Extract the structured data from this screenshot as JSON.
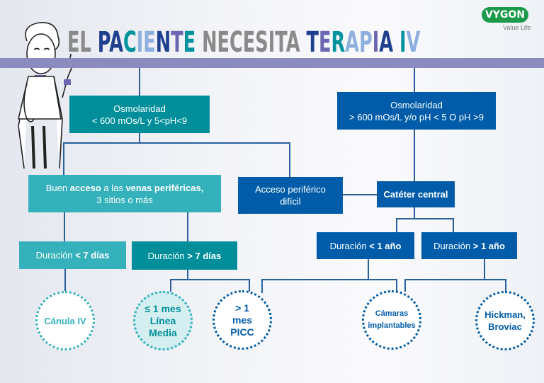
{
  "title": {
    "text": "EL PACIENTE NECESITA TERAPIA IV",
    "letter_colors": [
      "#8a8a8a",
      "#8a8a8a",
      " ",
      "#1f3f8f",
      "#1f3f8f",
      "#00939d",
      "#8fb0de",
      "#8fb0de",
      "#1f3f8f",
      "#6a67b0",
      "#00939d",
      " ",
      "#8a8a8a",
      "#8a8a8a",
      "#8a8a8a",
      "#8a8a8a",
      "#8a8a8a",
      "#8a8a8a",
      "#8a8a8a",
      "#8a8a8a",
      " ",
      "#1f3f8f",
      "#6a67b0",
      "#00939d",
      "#8fb0de",
      "#8fb0de",
      "#6a67b0",
      "#1f3f8f",
      " ",
      "#00939d",
      "#8fb0de"
    ]
  },
  "logo": {
    "brand": "VYGON",
    "tagline": "Value Life"
  },
  "nodes": {
    "osm_low": [
      "Osmolaridad",
      "< 600 mOs/L y 5<pH<9"
    ],
    "osm_high": [
      "Osmolaridad",
      "> 600 mOs/L y/o  pH < 5 O pH >9"
    ],
    "good_access": {
      "p1": "Buen ",
      "b1": "acceso",
      "p2": " a las ",
      "b2": "venas periféricas,",
      "line2": "3 sitios o más"
    },
    "difficult_access": [
      "Acceso periférico",
      "difícil"
    ],
    "central": "Catéter central",
    "dur_lt7": {
      "prefix": "Duración ",
      "bold": "< 7 días"
    },
    "dur_gt7": {
      "prefix": "Duración ",
      "bold": "> 7 días"
    },
    "dur_lt1y": {
      "prefix": "Duración ",
      "bold": "< 1 año"
    },
    "dur_gt1y": {
      "prefix": "Duración ",
      "bold": "> 1 año"
    }
  },
  "outcomes": {
    "canula": [
      "Cánula IV"
    ],
    "linea_media": [
      "≤ 1 mes",
      "Línea",
      "Media"
    ],
    "picc": [
      "> 1",
      "mes",
      "PICC"
    ],
    "camaras": [
      "Cámaras",
      "implantables"
    ],
    "hickman": [
      "Hickman,",
      "Broviac"
    ]
  },
  "colors": {
    "teal": "#008f9a",
    "light_teal": "#35b1bb",
    "blue": "#005ca8",
    "band": "#8c8bbf"
  }
}
